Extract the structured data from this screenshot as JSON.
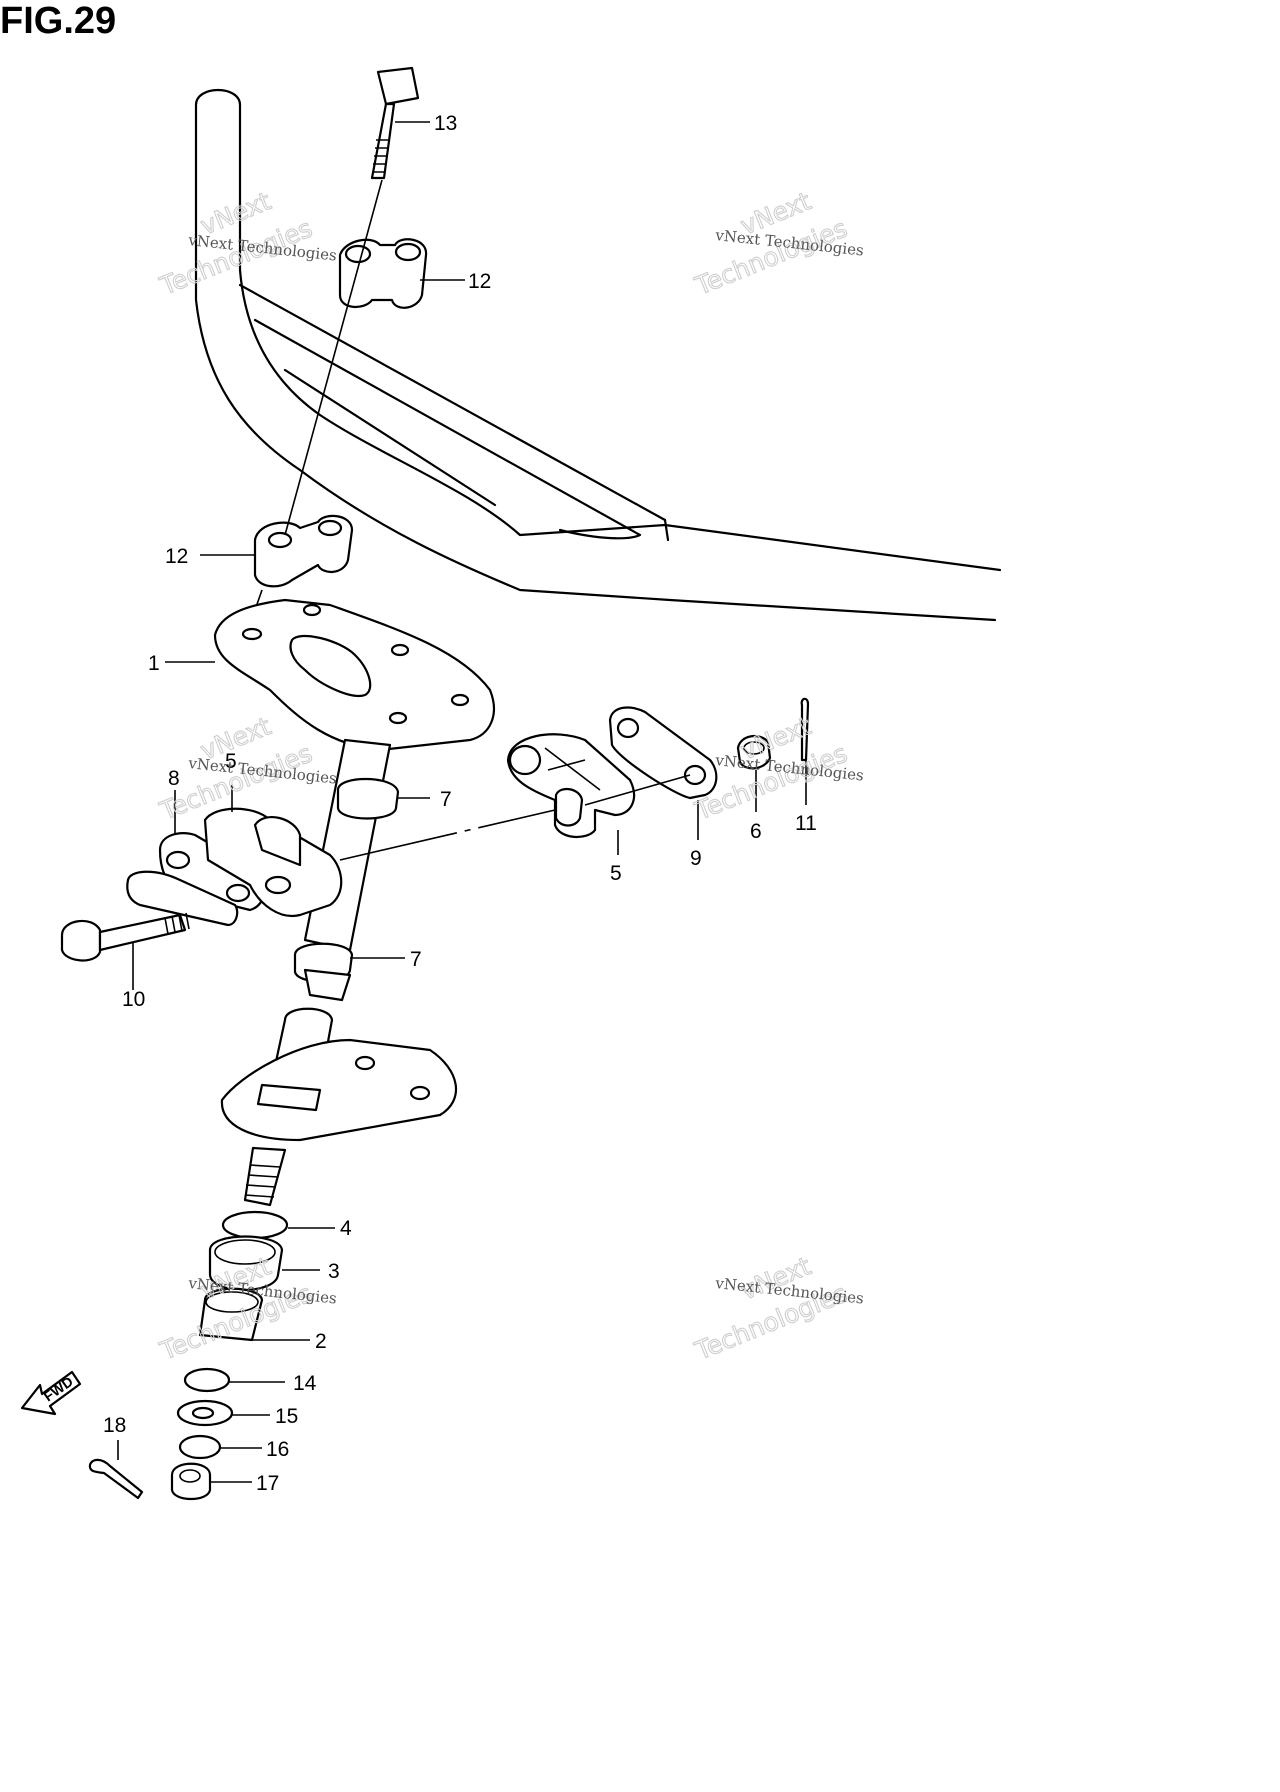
{
  "figure": {
    "title": "FIG.29"
  },
  "callouts": [
    "13",
    "12",
    "12",
    "1",
    "8",
    "5",
    "7",
    "7",
    "10",
    "5",
    "9",
    "6",
    "11",
    "4",
    "3",
    "2",
    "14",
    "15",
    "16",
    "17",
    "18"
  ],
  "watermark": {
    "line1": "vNext Technologies",
    "line2": "vNext",
    "line3": "Technologies"
  },
  "direction_marker": {
    "label": "FWD"
  },
  "colors": {
    "ink": "#000000",
    "paper": "#ffffff",
    "watermark": "#cfcfcf"
  }
}
